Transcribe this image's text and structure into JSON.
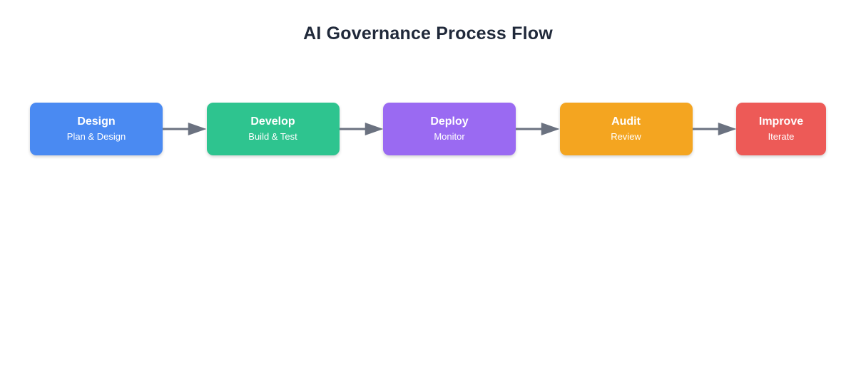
{
  "title": "AI Governance Process Flow",
  "theme": {
    "background": "#ffffff",
    "title_color": "#20293a",
    "arrow_color": "#6b7280",
    "node_text_color": "#ffffff"
  },
  "flow": {
    "arrow_icon": "arrow-right-icon",
    "nodes": [
      {
        "id": "design",
        "title": "Design",
        "subtitle": "Plan & Design",
        "color": "#4a8af2",
        "width": 186
      },
      {
        "id": "develop",
        "title": "Develop",
        "subtitle": "Build & Test",
        "color": "#2ec48f",
        "width": 186
      },
      {
        "id": "deploy",
        "title": "Deploy",
        "subtitle": "Monitor",
        "color": "#9a6af2",
        "width": 186
      },
      {
        "id": "audit",
        "title": "Audit",
        "subtitle": "Review",
        "color": "#f4a520",
        "width": 186
      },
      {
        "id": "improve",
        "title": "Improve",
        "subtitle": "Iterate",
        "color": "#ed5a57",
        "width": 126
      }
    ],
    "arrows": [
      {
        "from": "design",
        "to": "develop"
      },
      {
        "from": "develop",
        "to": "deploy"
      },
      {
        "from": "deploy",
        "to": "audit"
      },
      {
        "from": "audit",
        "to": "improve"
      }
    ]
  }
}
